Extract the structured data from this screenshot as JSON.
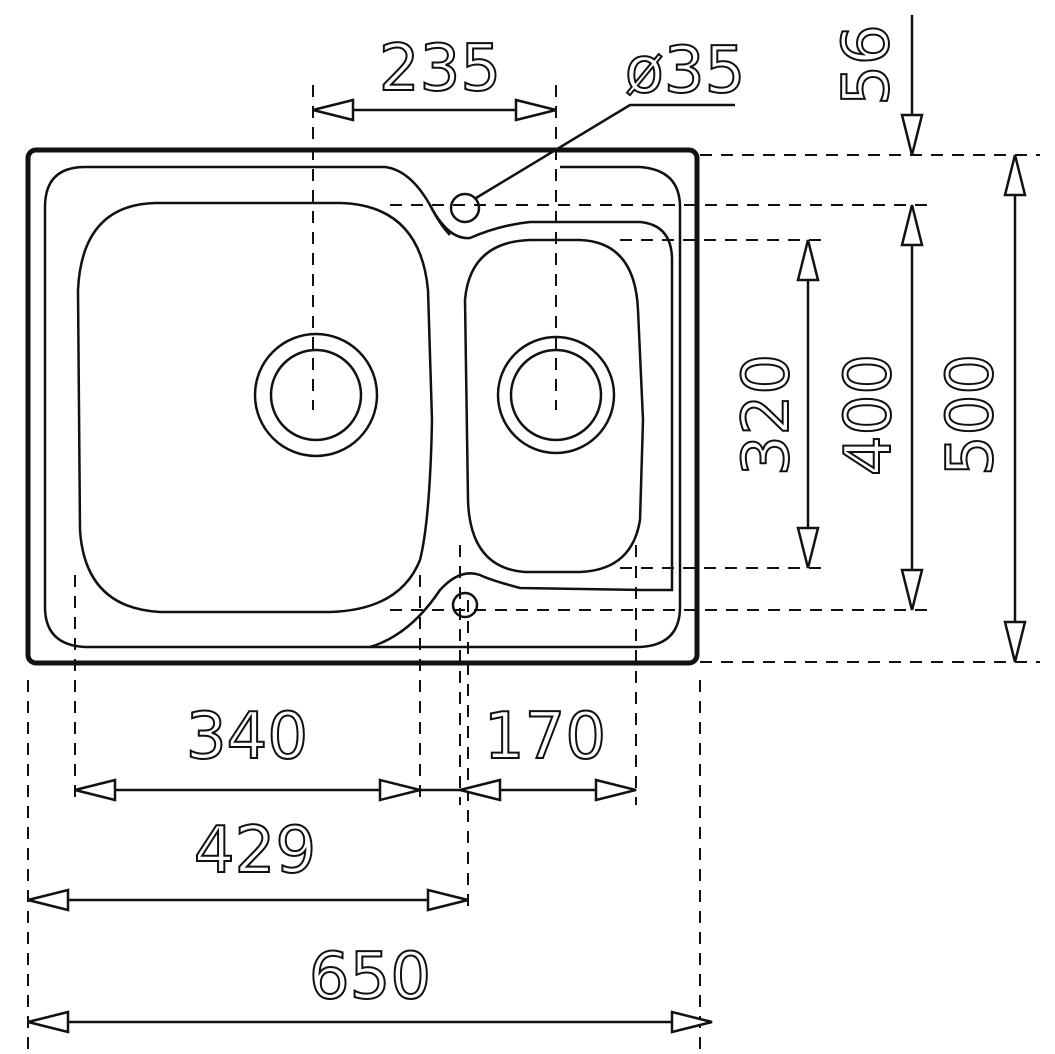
{
  "drawing": {
    "title": "Double bowl sink dimension drawing",
    "dimensions": {
      "bowl_centers": "235",
      "tap_hole": "ø35",
      "tap_hole_offset": "56",
      "small_bowl_depth": "320",
      "inner_depth": "400",
      "total_depth": "500",
      "large_bowl_width": "340",
      "small_bowl_width": "170",
      "tap_center_from_left": "429",
      "total_width": "650"
    }
  }
}
